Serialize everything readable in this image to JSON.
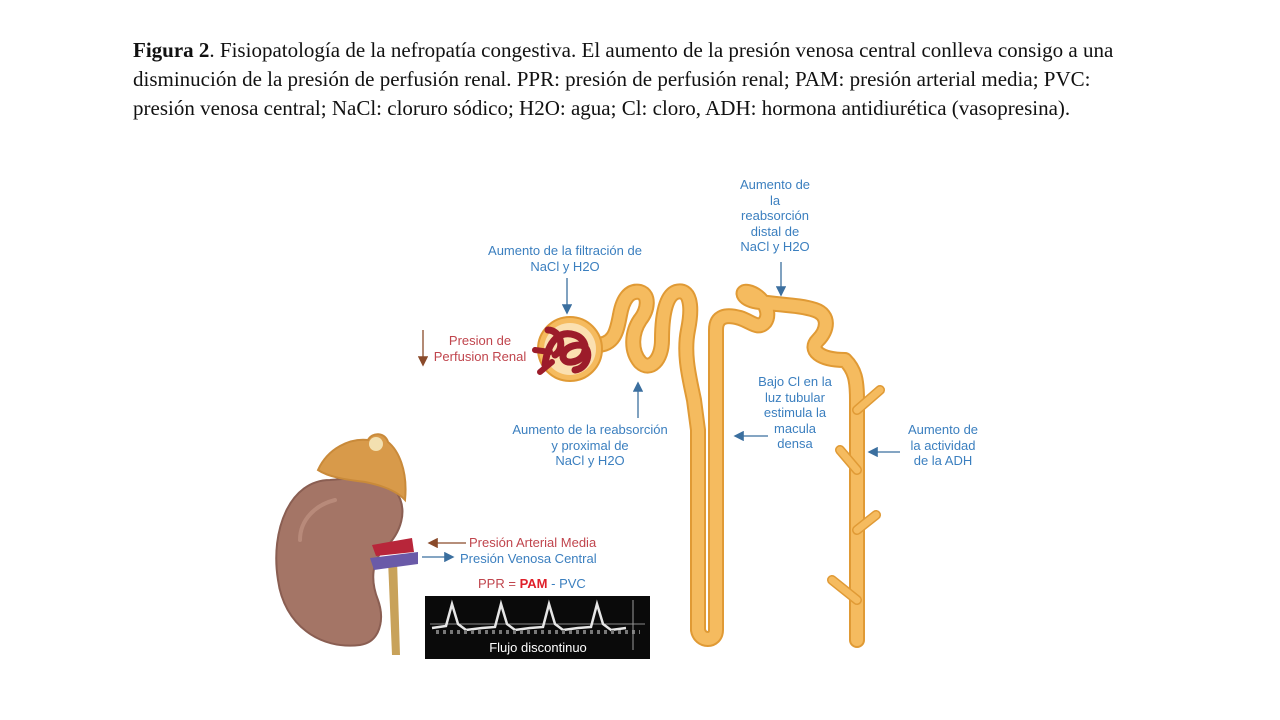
{
  "caption": {
    "bold": "Figura 2",
    "text": ". Fisiopatología  de la nefropatía congestiva. El aumento de la presión venosa central conlleva consigo  a una disminución  de la presión de perfusión renal. PPR: presión de perfusión renal; PAM: presión arterial media; PVC: presión venosa central; NaCl: cloruro sódico; H2O: agua; Cl: cloro, ADH: hormona antidiurética (vasopresina)."
  },
  "labels": {
    "distal": "Aumento de\nla\nreabsorción\ndistal de\nNaCl y H2O",
    "filtration": "Aumento de la filtración de\nNaCl y H2O",
    "perfusion": "Presion de\nPerfusion Renal",
    "proximal": "Aumento de la reabsorción\ny proximal  de\nNaCl y H2O",
    "macula": "Bajo Cl en la\nluz tubular\nestimula la\nmacula\ndensa",
    "adh": "Aumento de\nla actividad\nde la ADH",
    "pam": "Presión Arterial Media",
    "pvc": "Presión Venosa Central"
  },
  "formula": {
    "ppr": "PPR",
    "eq": " = ",
    "pam": "PAM",
    "minus": " - ",
    "pvc": "PVC"
  },
  "flow": "Flujo discontinuo",
  "colors": {
    "blue": "#3b7fbf",
    "red": "#c0454d",
    "tubule": "#f5bb5f",
    "tubule_edge": "#e09a35",
    "kidney": "#a47566",
    "artery": "#b8263a",
    "vein": "#6a5aa8",
    "brown_arrow": "#8a4a2a"
  }
}
